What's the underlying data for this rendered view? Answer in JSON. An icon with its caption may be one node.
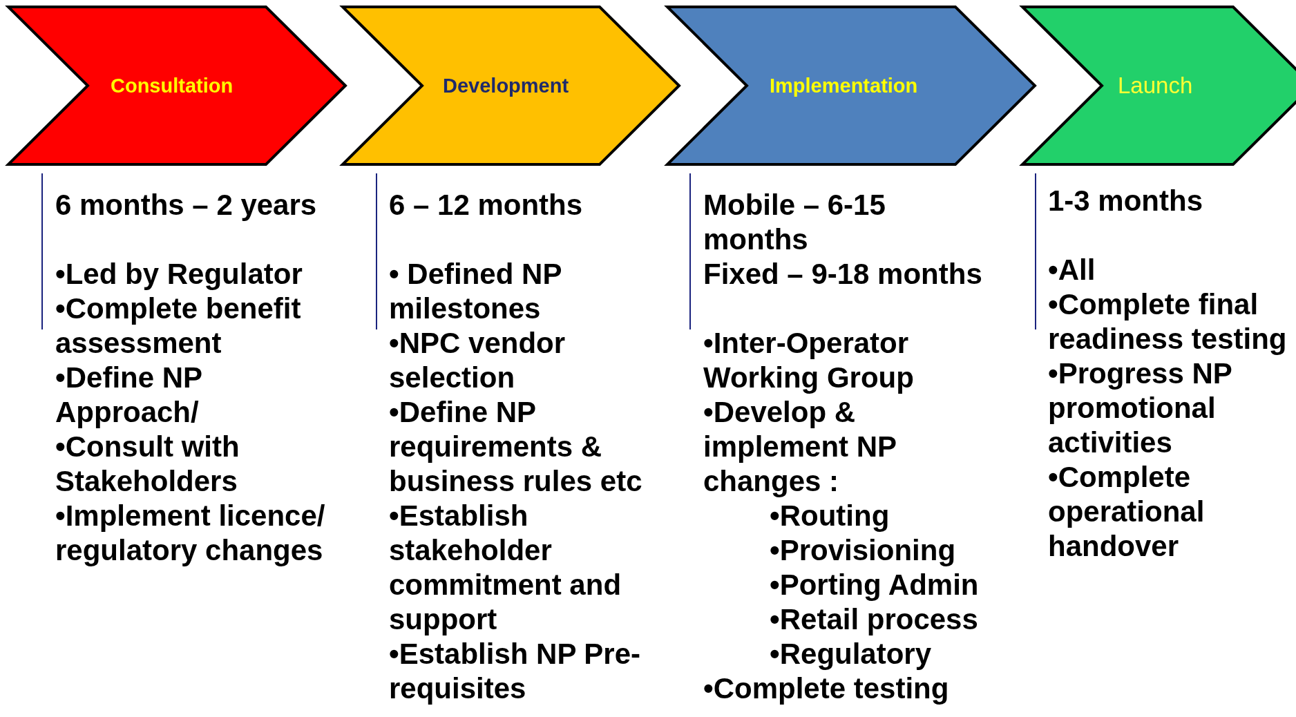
{
  "diagram": {
    "nodes": [
      {
        "text": [
          "Consultation"
        ],
        "beside": [
          "6 months – 2 years",
          "•Led by Regulator",
          "•Complete benefit assessment",
          "•Define NP Approach/",
          "•Consult with Stakeholders",
          "•Implement licence/ regulatory changes"
        ]
      },
      {
        "text": [
          "Development"
        ],
        "beside": [
          "6 – 12 months",
          "• Defined NP milestones",
          "•NPC vendor selection",
          "•Define NP requirements & business rules etc",
          "•Establish stakeholder commitment and support",
          "•Establish NP Pre-requisites"
        ]
      },
      {
        "text": [
          "Implementation"
        ],
        "beside": [
          "Mobile – 6-15 months",
          "Fixed – 9-18 months",
          "•Inter-Operator Working Group",
          "•Develop & implement NP changes :",
          "•Routing",
          "•Provisioning",
          "•Porting Admin",
          "•Retail process",
          "•Regulatory",
          "•Complete testing"
        ]
      },
      {
        "text": [
          "Launch"
        ],
        "beside": [
          "1-3 months",
          "•All",
          "•Complete final readiness testing",
          "•Progress NP promotional activities",
          "•Complete operational handover"
        ]
      }
    ],
    "edges": []
  }
}
